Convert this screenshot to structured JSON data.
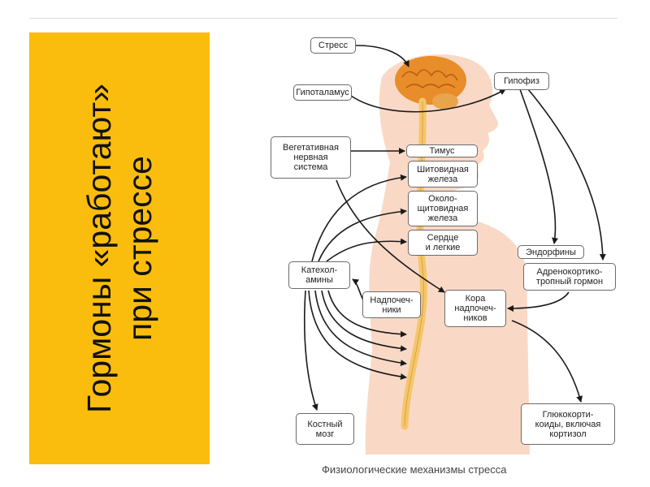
{
  "title": "Гормоны «работают»\nпри стрессе",
  "caption": "Физиологические механизмы стресса",
  "labels": {
    "stress": "Стресс",
    "hypothalamus": "Гипоталамус",
    "pituitary": "Гипофиз",
    "autonomic": "Вегетативная\nнервная\nсистема",
    "thymus": "Тимус",
    "thyroid": "Шитовидная\nжелеза",
    "parathyroid": "Около-\nщитовидная\nжелеза",
    "heart": "Сердце\nи легкие",
    "endorphins": "Эндорфины",
    "acth": "Адренокортико-\nтропный гормон",
    "catecholamines": "Катехол-\nамины",
    "adrenal_medulla": "Надпочеч-\nники",
    "adrenal_cortex": "Кора\nнадпочеч-\nников",
    "bone_marrow": "Костный\nмозг",
    "glucocorticoids": "Глюкокорти-\nкоиды, включая\nкортизол"
  },
  "colors": {
    "panel": "#fbbd0d",
    "body": "#f9d9c6",
    "spine": "#f5c66a",
    "brain": "#e88d2a",
    "arrow": "#1a1a1a"
  }
}
